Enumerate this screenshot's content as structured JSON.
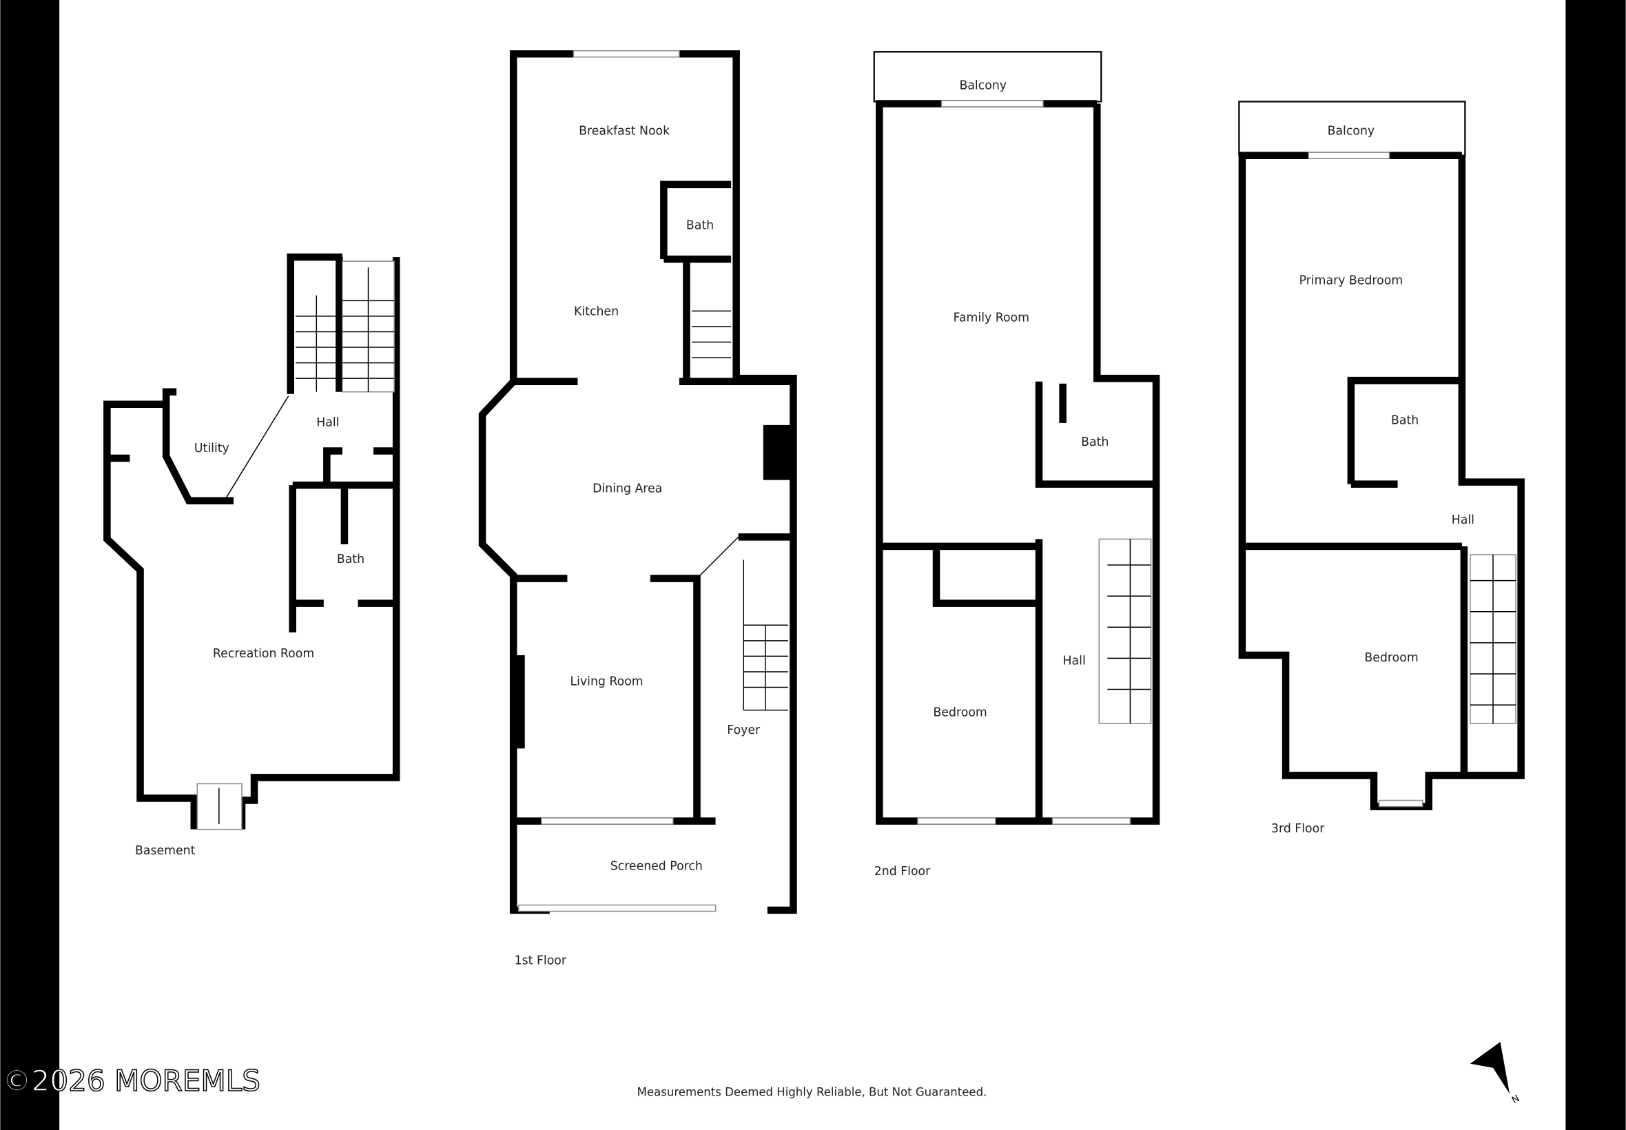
{
  "floors": {
    "basement": {
      "name": "Basement",
      "rooms": [
        "Hall",
        "Utility",
        "Bath",
        "Recreation Room"
      ]
    },
    "first": {
      "name": "1st Floor",
      "rooms": [
        "Breakfast Nook",
        "Bath",
        "Kitchen",
        "Dining Area",
        "Living Room",
        "Foyer",
        "Screened Porch"
      ]
    },
    "second": {
      "name": "2nd Floor",
      "rooms": [
        "Balcony",
        "Family Room",
        "Bath",
        "Bedroom",
        "Hall"
      ]
    },
    "third": {
      "name": "3rd Floor",
      "rooms": [
        "Balcony",
        "Primary Bedroom",
        "Bath",
        "Hall",
        "Bedroom"
      ]
    }
  },
  "footer": {
    "disclaimer": "Measurements Deemed Highly Reliable, But Not Guaranteed."
  },
  "watermark": "©2026 MOREMLS",
  "compass": {
    "label": "N"
  },
  "colors": {
    "wall": "#000000",
    "side_bars": "#000000",
    "background": "#ffffff"
  }
}
